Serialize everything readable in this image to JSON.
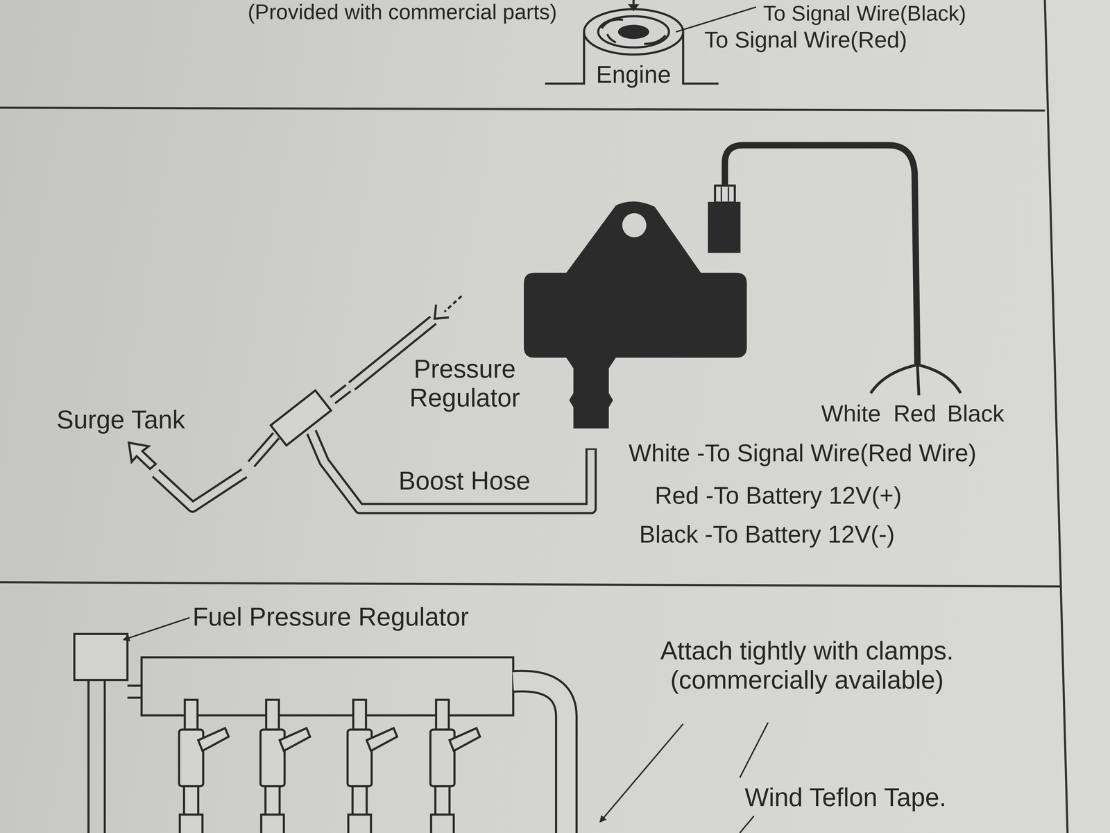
{
  "diagram": {
    "labels": [
      "(Provided with commercial parts)",
      "To Signal Wire(Black)",
      "To Signal Wire(Red)",
      "Engine",
      "Pressure Regulator",
      "Surge Tank",
      "Boost Hose",
      "White",
      "Red",
      "Black",
      "White -To Signal Wire(Red Wire)",
      "Red -To Battery 12V(+)",
      "Black -To Battery 12V(-)",
      "Fuel Pressure Regulator",
      "Attach tightly with clamps. (commercially available)",
      "Wind Teflon Tape."
    ]
  }
}
